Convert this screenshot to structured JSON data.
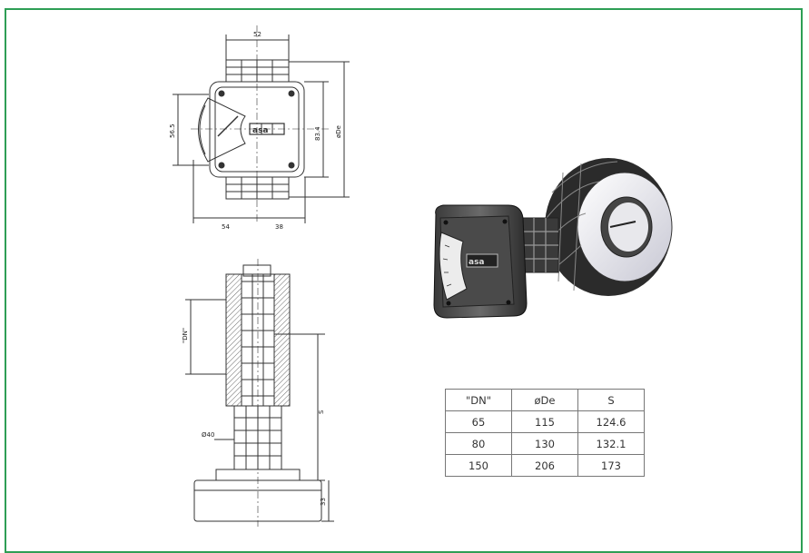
{
  "frame": {
    "border_color": "#2e9e55"
  },
  "top_view": {
    "dims": {
      "top_width": "52",
      "left_half": "54",
      "right_half": "38",
      "left_height": "56.5",
      "right_height": "83.4",
      "outer_dia": "øDe"
    },
    "brand": "asa"
  },
  "side_view": {
    "dims": {
      "dn": "\"DN\"",
      "s": "S",
      "phi": "Ø40",
      "base": "33"
    }
  },
  "table": {
    "headers": [
      "\"DN\"",
      "øDe",
      "S"
    ],
    "rows": [
      [
        "65",
        "115",
        "124.6"
      ],
      [
        "80",
        "130",
        "132.1"
      ],
      [
        "150",
        "206",
        "173"
      ]
    ]
  }
}
